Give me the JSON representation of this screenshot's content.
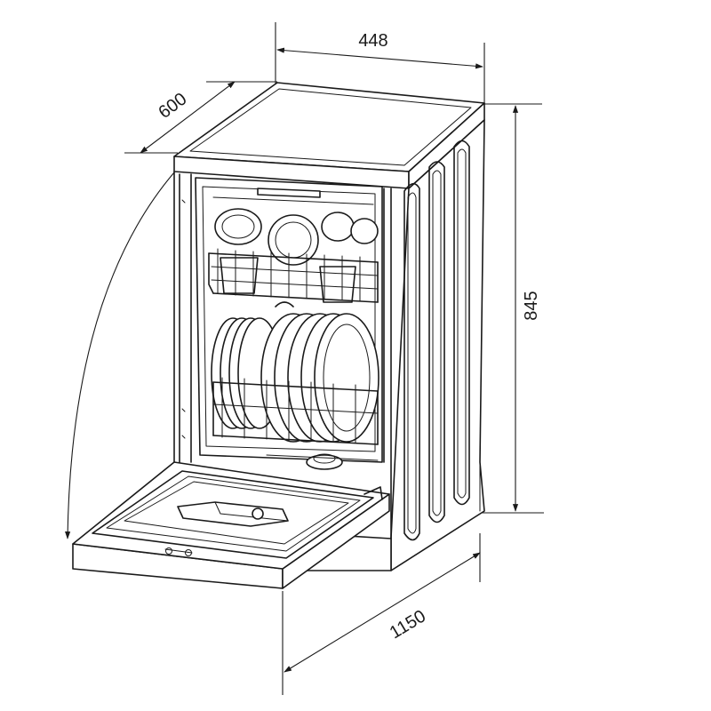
{
  "dimensions": {
    "width": "448",
    "depth": "600",
    "height": "845",
    "open_depth": "1150"
  },
  "colors": {
    "line": "#1a1a1a",
    "background": "#ffffff"
  }
}
